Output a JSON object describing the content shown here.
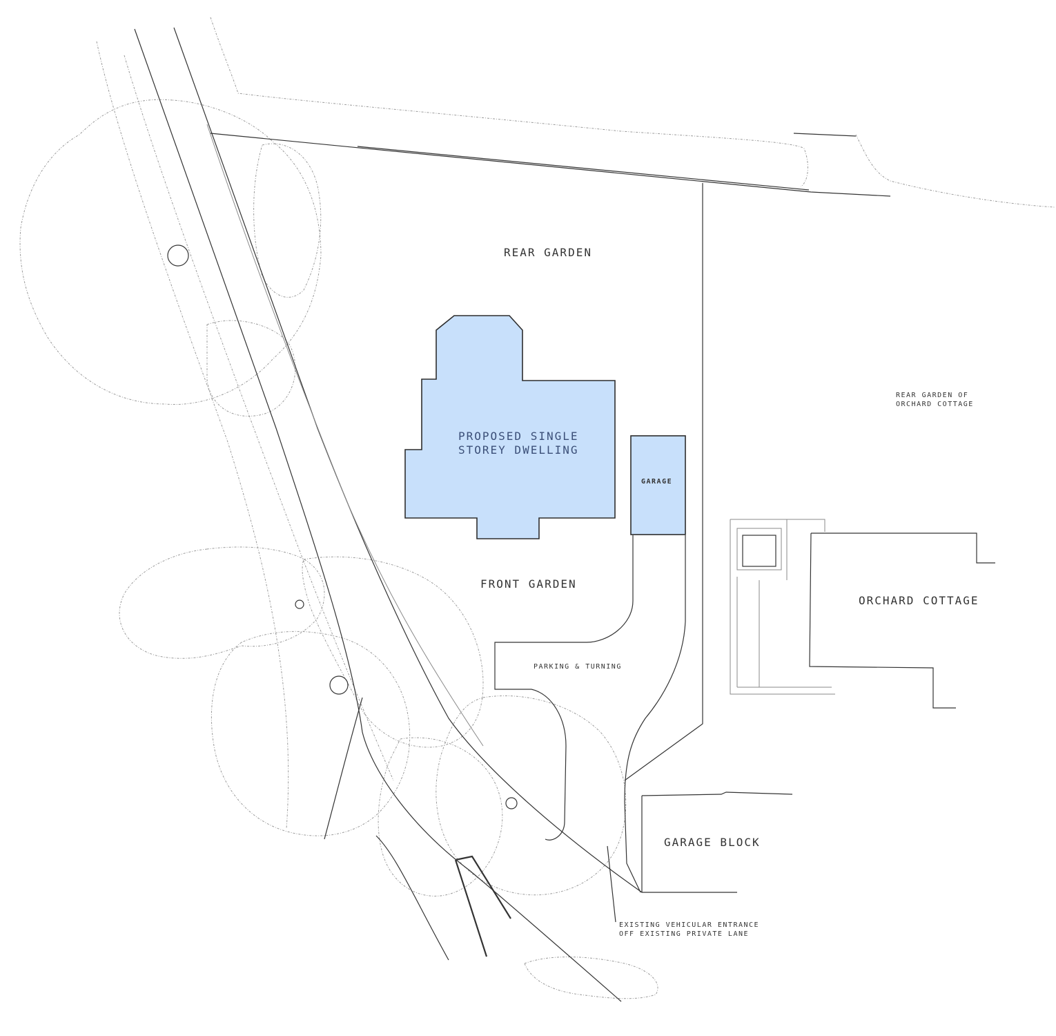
{
  "labels": {
    "rear_garden": "REAR GARDEN",
    "proposed_dwelling": "PROPOSED SINGLE\nSTOREY DWELLING",
    "garage": "GARAGE",
    "front_garden": "FRONT GARDEN",
    "parking": "PARKING & TURNING",
    "rear_garden_orchard": "REAR GARDEN OF\nORCHARD COTTAGE",
    "orchard_cottage": "ORCHARD COTTAGE",
    "garage_block": "GARAGE BLOCK",
    "entrance": "EXISTING VEHICULAR ENTRANCE\nOFF EXISTING PRIVATE LANE"
  },
  "colors": {
    "building_fill": "#c8e0fb",
    "line": "#333333",
    "tree_outline": "#9a9a9a"
  }
}
